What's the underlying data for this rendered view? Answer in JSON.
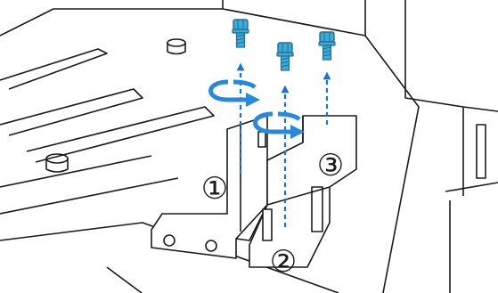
{
  "diagram": {
    "steps": [
      {
        "label": "①"
      },
      {
        "label": "②"
      },
      {
        "label": "③"
      }
    ],
    "colors": {
      "screw": "#3fa9d8",
      "screw_dark": "#1f6f94",
      "arrow": "#1e73c8",
      "line": "#1a1a1a",
      "background": "#ffffff"
    },
    "icons": [
      "screw-icon",
      "rotate-arrow-icon",
      "up-arrow-icon"
    ]
  }
}
